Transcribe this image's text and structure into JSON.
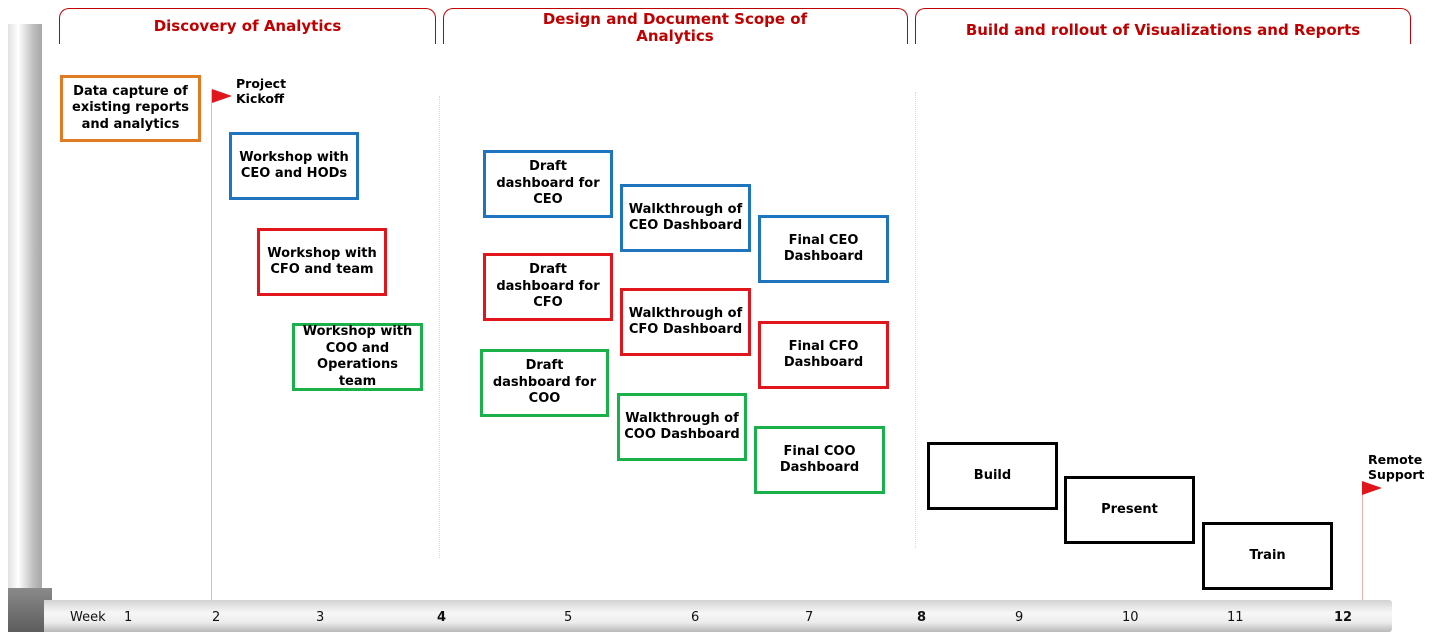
{
  "phases": [
    {
      "id": "discovery",
      "title": "Discovery of Analytics",
      "color": "#c00000"
    },
    {
      "id": "design",
      "title": "Design and Document Scope of Analytics",
      "color": "#c00000"
    },
    {
      "id": "build",
      "title": "Build and rollout of Visualizations and Reports",
      "color": "#c00000"
    }
  ],
  "milestones": {
    "kickoff": {
      "label": "Project Kickoff",
      "color": "#e0161c"
    },
    "support": {
      "label": "Remote Support",
      "color": "#e0161c"
    }
  },
  "tasks": {
    "data_capture": {
      "label": "Data capture of existing reports and analytics",
      "color": "#e07b24"
    },
    "workshop_ceo": {
      "label": "Workshop with CEO and HODs",
      "color": "#1f75bd"
    },
    "workshop_cfo": {
      "label": "Workshop with CFO and team",
      "color": "#e0161c"
    },
    "workshop_coo": {
      "label": "Workshop with COO and Operations team",
      "color": "#1bb14a"
    },
    "draft_ceo": {
      "label": "Draft dashboard for CEO",
      "color": "#1f75bd"
    },
    "draft_cfo": {
      "label": "Draft dashboard for CFO",
      "color": "#e0161c"
    },
    "draft_coo": {
      "label": "Draft dashboard for COO",
      "color": "#1bb14a"
    },
    "walk_ceo": {
      "label": "Walkthrough of  CEO Dashboard",
      "color": "#1f75bd"
    },
    "walk_cfo": {
      "label": "Walkthrough of  CFO Dashboard",
      "color": "#e0161c"
    },
    "walk_coo": {
      "label": "Walkthrough of  COO Dashboard",
      "color": "#1bb14a"
    },
    "final_ceo": {
      "label": "Final CEO Dashboard",
      "color": "#1f75bd"
    },
    "final_cfo": {
      "label": "Final CFO Dashboard",
      "color": "#e0161c"
    },
    "final_coo": {
      "label": "Final COO Dashboard",
      "color": "#1bb14a"
    },
    "build": {
      "label": "Build",
      "color": "#000000"
    },
    "present": {
      "label": "Present",
      "color": "#000000"
    },
    "train": {
      "label": "Train",
      "color": "#000000"
    }
  },
  "timeline": {
    "axis_label": "Week",
    "weeks": [
      "1",
      "2",
      "3",
      "4",
      "5",
      "6",
      "7",
      "8",
      "9",
      "10",
      "11",
      "12"
    ],
    "bold_weeks": [
      "4",
      "8",
      "12"
    ]
  }
}
